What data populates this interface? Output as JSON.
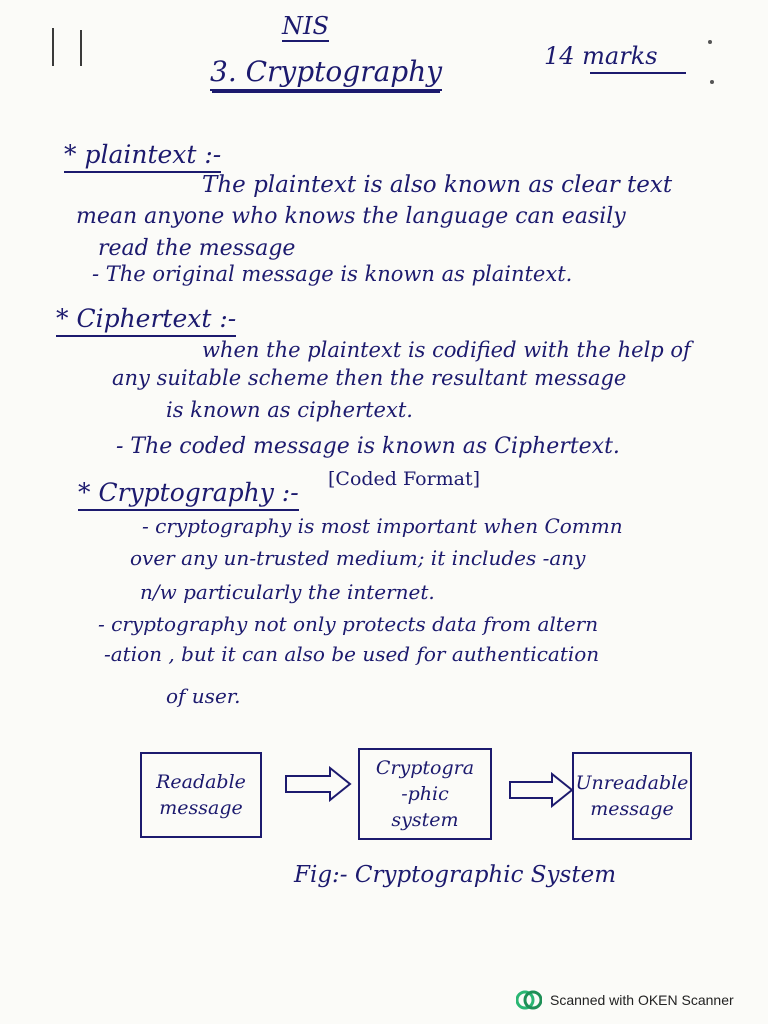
{
  "header": {
    "course": "NIS",
    "chapter": "3. Cryptography",
    "marks": "14 marks"
  },
  "plaintext": {
    "heading": "* plaintext :-",
    "lines": [
      "The plaintext is also known as clear text",
      "mean anyone who knows the language can easily",
      "read the message",
      "- The original message is known as plaintext."
    ]
  },
  "ciphertext": {
    "heading": "* Ciphertext :-",
    "lines": [
      "when the plaintext is codified with the help of",
      "any suitable scheme then the resultant message",
      "is known as ciphertext.",
      "- The coded message is known as Ciphertext."
    ]
  },
  "cryptography": {
    "heading": "* Cryptography :-",
    "note": "[Coded Format]",
    "lines": [
      "- cryptography is most important when Commn",
      "over any un-trusted medium; it includes -any",
      "n/w particularly the internet.",
      "- cryptography not only protects data from altern",
      "-ation , but it can also be used for authentication",
      "of user."
    ]
  },
  "diagram": {
    "box1": [
      "Readable",
      "message"
    ],
    "box2": [
      "Cryptogra",
      "-phic",
      "system"
    ],
    "box3": [
      "Unreadable",
      "message"
    ],
    "caption": "Fig:- Cryptographic System"
  },
  "footer": {
    "scanner_text": "Scanned with OKEN Scanner"
  }
}
